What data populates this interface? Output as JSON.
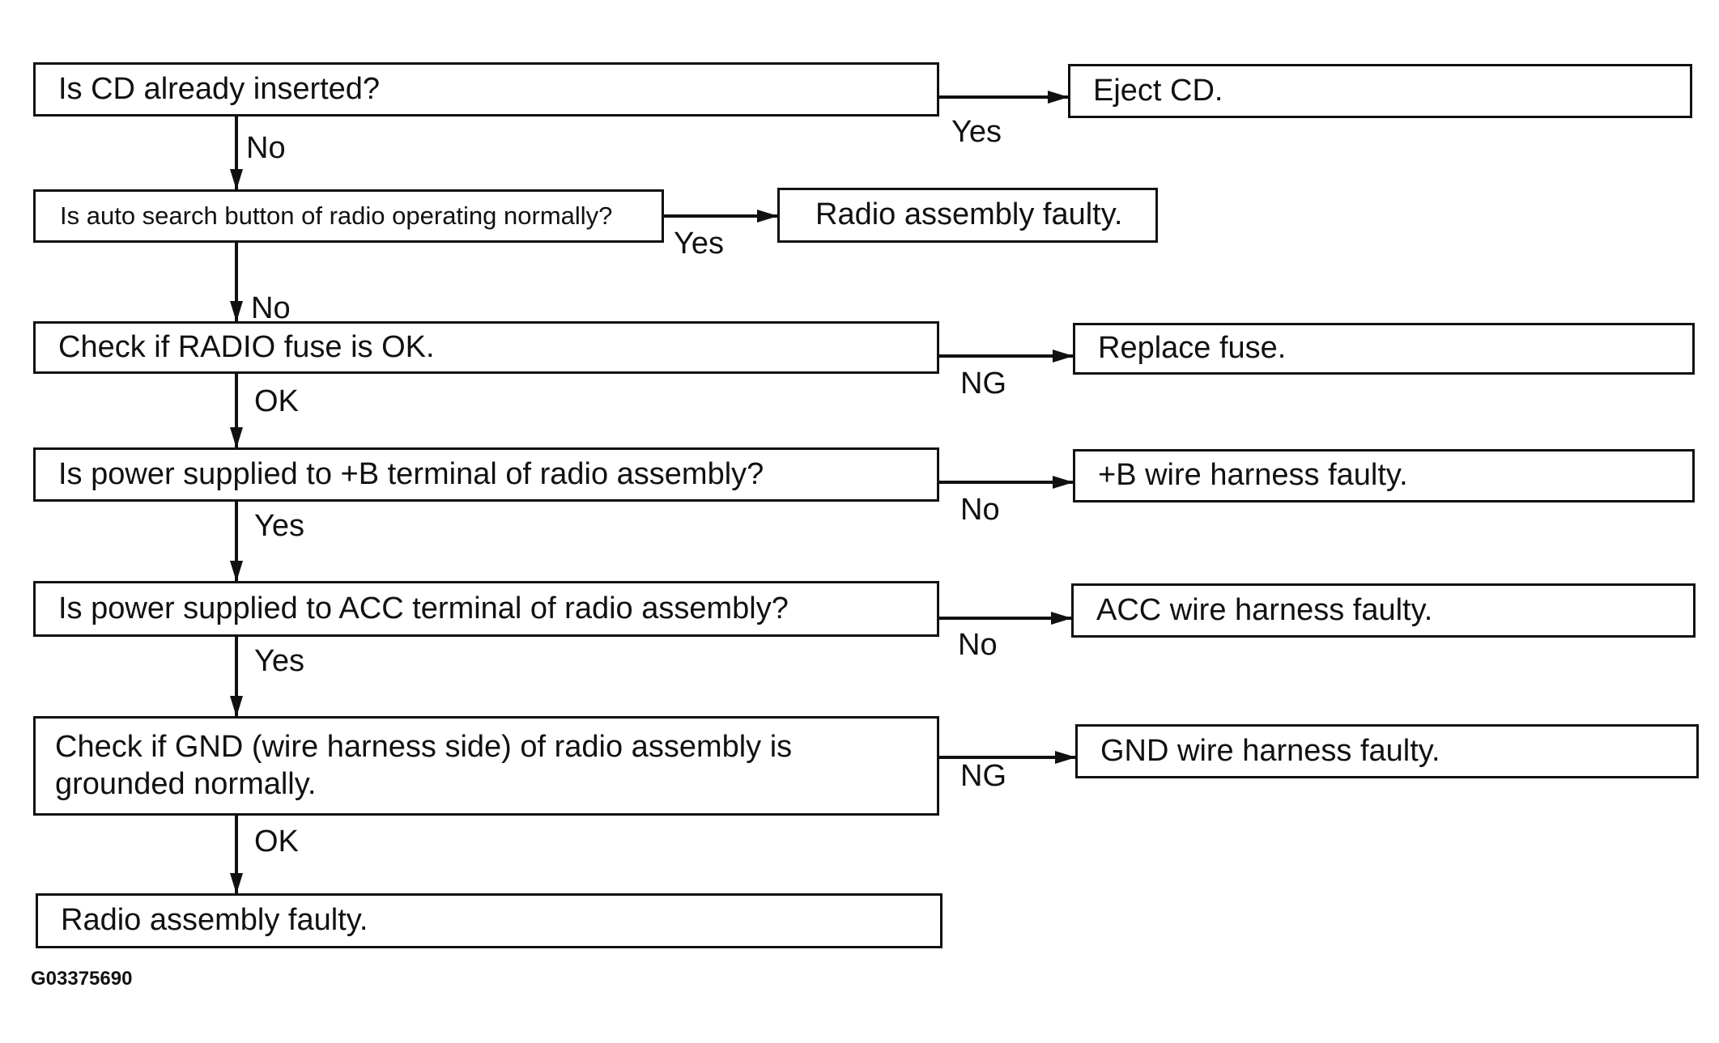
{
  "steps": {
    "q1": "Is CD already inserted?",
    "r1": "Eject CD.",
    "q2": "Is auto search button of radio operating normally?",
    "r2": "Radio assembly faulty.",
    "q3": "Check if RADIO fuse is OK.",
    "r3": "Replace fuse.",
    "q4": "Is power supplied to +B terminal of radio assembly?",
    "r4": "+B wire harness faulty.",
    "q5": "Is power supplied to ACC terminal of radio assembly?",
    "r5": "ACC wire harness faulty.",
    "q6": "Check if GND (wire harness side) of radio assembly is grounded normally.",
    "r6": "GND wire harness faulty.",
    "final": "Radio assembly faulty."
  },
  "branches": {
    "q1_down": "No",
    "q1_right": "Yes",
    "q2_down": "No",
    "q2_right": "Yes",
    "q3_down": "OK",
    "q3_right": "NG",
    "q4_down": "Yes",
    "q4_right": "No",
    "q5_down": "Yes",
    "q5_right": "No",
    "q6_down": "OK",
    "q6_right": "NG"
  },
  "figure_code": "G03375690"
}
